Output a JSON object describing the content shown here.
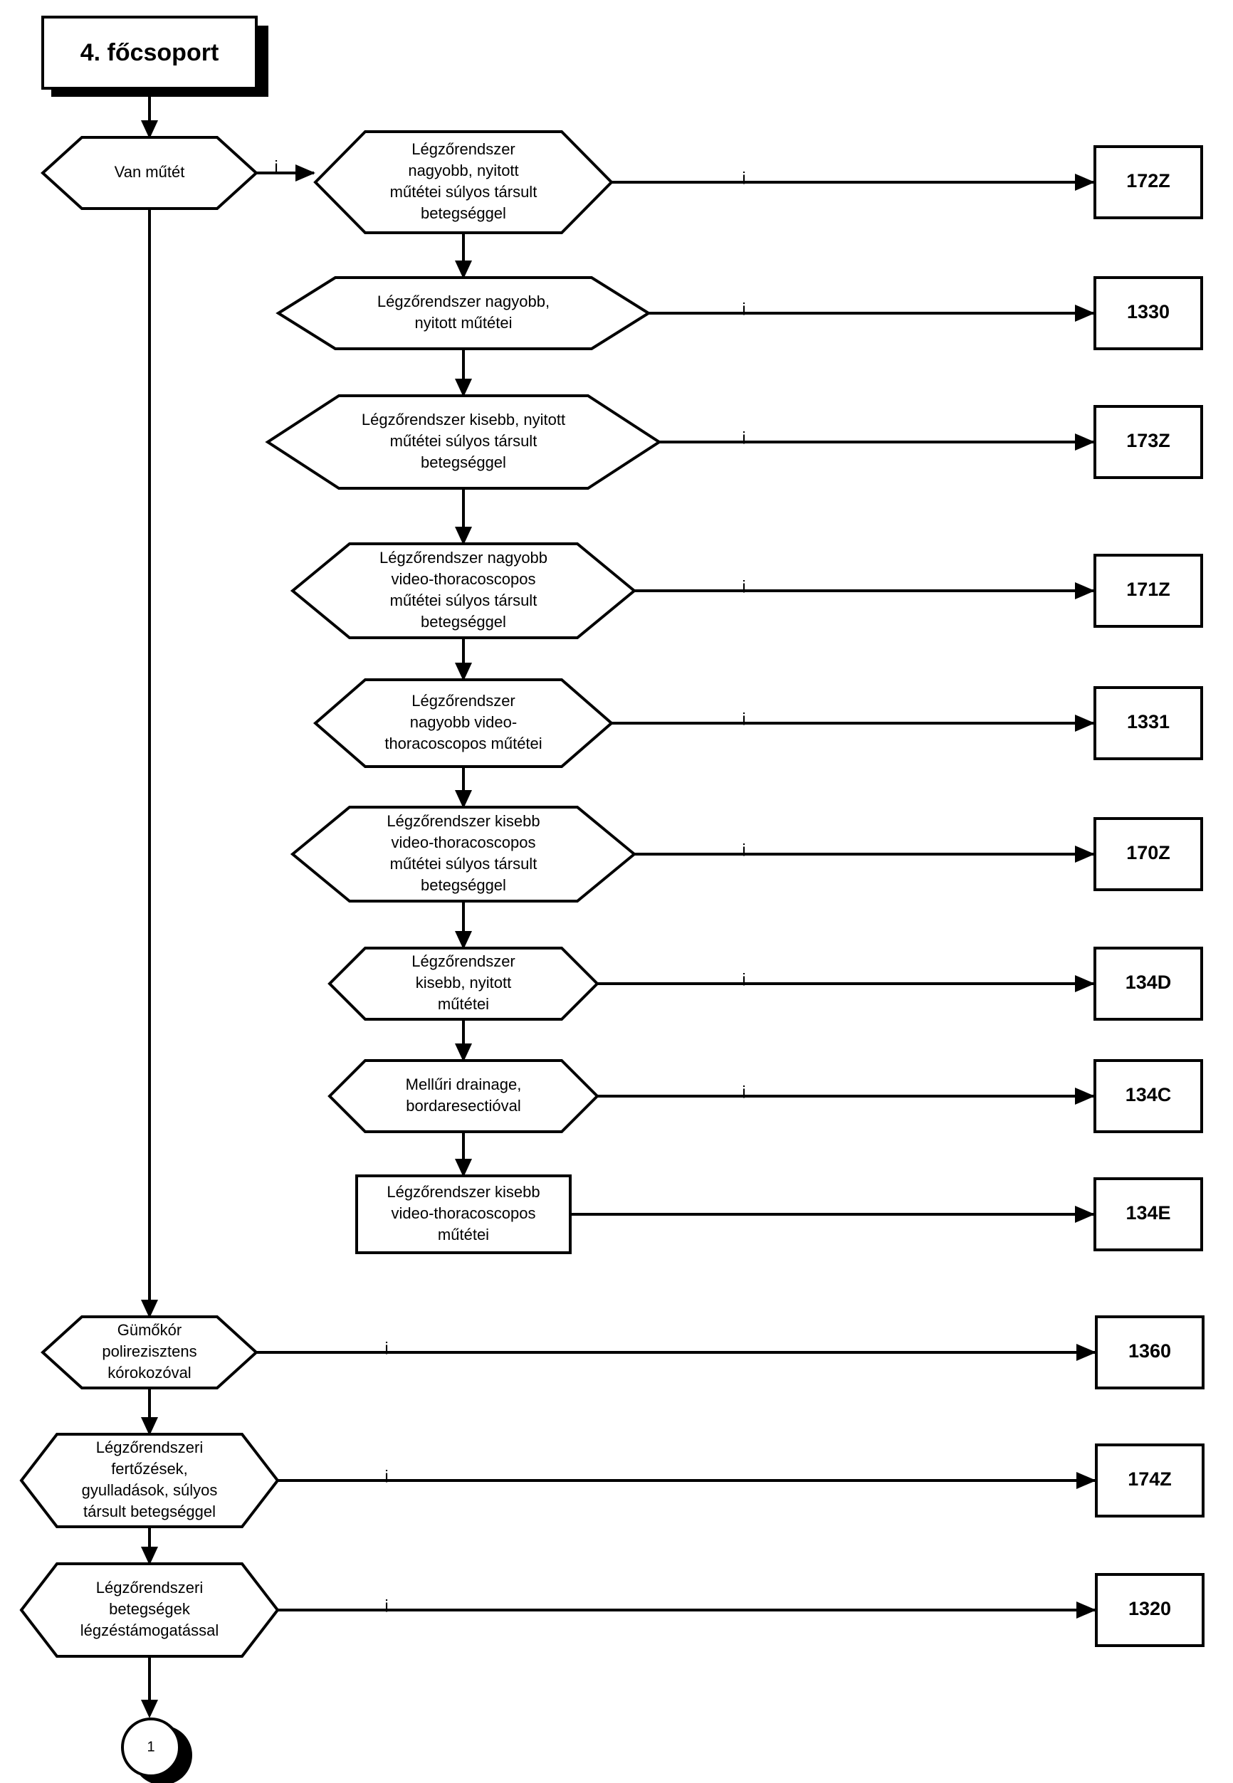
{
  "title": "4. főcsoport",
  "edge_label": "i",
  "connector_label": "1",
  "main_decisions": [
    {
      "id": "van-mutet",
      "lines": [
        "Van műtét"
      ]
    },
    {
      "id": "gumokor",
      "lines": [
        "Gümőkór",
        "polirezisztens",
        "kórokozóval"
      ]
    },
    {
      "id": "fertozesek",
      "lines": [
        "Légzőrendszeri",
        "fertőzések,",
        "gyulladások, súlyos",
        "társult betegséggel"
      ]
    },
    {
      "id": "legzestamogatas",
      "lines": [
        "Légzőrendszeri",
        "betegségek",
        "légzéstámogatással"
      ]
    }
  ],
  "surgery_decisions": [
    {
      "id": "nagyobb-nyitott-sulyos",
      "lines": [
        "Légzőrendszer",
        "nagyobb, nyitott",
        "műtétei súlyos társult",
        "betegséggel"
      ]
    },
    {
      "id": "nagyobb-nyitott",
      "lines": [
        "Légzőrendszer nagyobb,",
        "nyitott műtétei"
      ]
    },
    {
      "id": "kisebb-nyitott-sulyos",
      "lines": [
        "Légzőrendszer kisebb, nyitott",
        "műtétei súlyos társult",
        "betegséggel"
      ]
    },
    {
      "id": "nagyobb-video-sulyos",
      "lines": [
        "Légzőrendszer nagyobb",
        "video-thoracoscopos",
        "műtétei súlyos társult",
        "betegséggel"
      ]
    },
    {
      "id": "nagyobb-video",
      "lines": [
        "Légzőrendszer",
        "nagyobb video-",
        "thoracoscopos műtétei"
      ]
    },
    {
      "id": "kisebb-video-sulyos",
      "lines": [
        "Légzőrendszer kisebb",
        "video-thoracoscopos",
        "műtétei súlyos társult",
        "betegséggel"
      ]
    },
    {
      "id": "kisebb-nyitott",
      "lines": [
        "Légzőrendszer",
        "kisebb, nyitott",
        "műtétei"
      ]
    },
    {
      "id": "mellури-drainage",
      "lines": [
        "Mellűri drainage,",
        "bordaresectióval"
      ]
    }
  ],
  "final_process": {
    "id": "kisebb-video",
    "lines": [
      "Légzőrendszer kisebb",
      "video-thoracoscopos",
      "műtétei"
    ]
  },
  "outcomes_surgery": [
    "172Z",
    "1330",
    "173Z",
    "171Z",
    "1331",
    "170Z",
    "134D",
    "134C",
    "134E"
  ],
  "outcomes_main": [
    "1360",
    "174Z",
    "1320"
  ]
}
